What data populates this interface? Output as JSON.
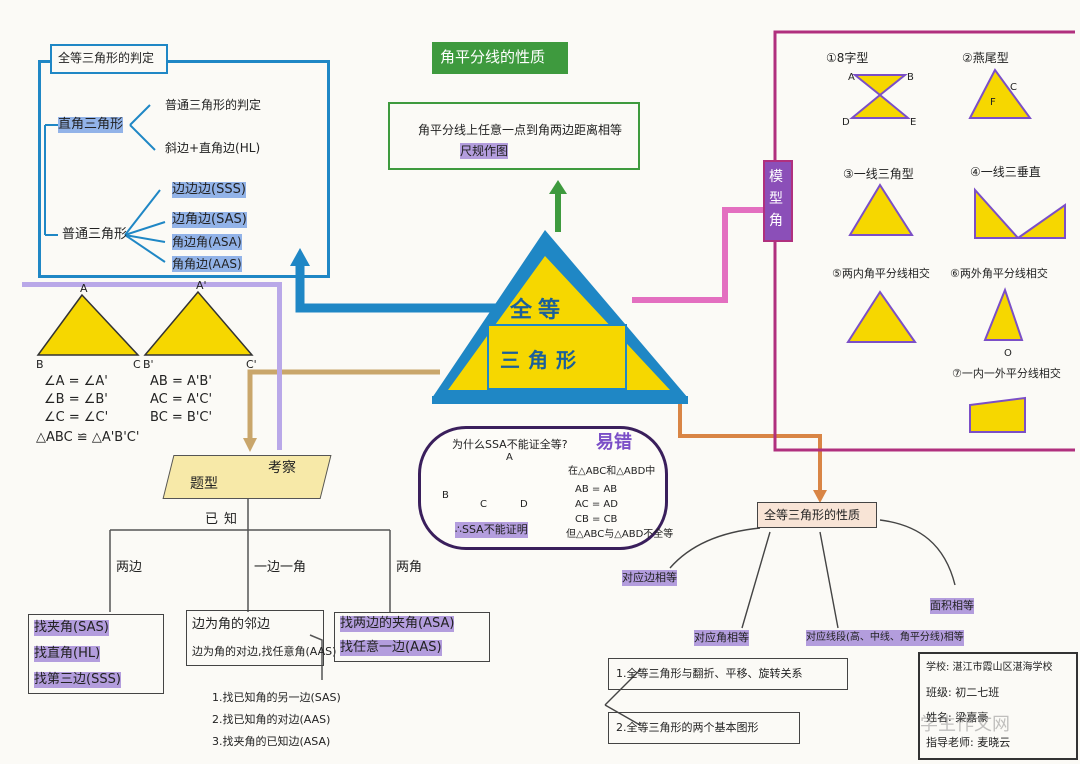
{
  "colors": {
    "blue": "#1f87c5",
    "purple": "#7b4fc7",
    "green": "#3e9a3e",
    "pink": "#e36fc0",
    "orange": "#d98545",
    "yellow": "#f6d700",
    "magenta": "#b0307e"
  },
  "center": {
    "line1": "全等",
    "line2": "三角形"
  },
  "judgement": {
    "title": "全等三角形的判定",
    "right_triangle": "直角三角形",
    "rt_methods": [
      "普通三角形的判定",
      "斜边+直角边(HL)"
    ],
    "general_triangle": "普通三角形",
    "gen_methods": [
      "边边边(SSS)",
      "边角边(SAS)",
      "角边角(ASA)",
      "角角边(AAS)"
    ]
  },
  "angle_bisector": {
    "title": "角平分线的性质",
    "text1": "角平分线上任意一点到角两边距离相等",
    "text2": "尺规作图"
  },
  "models": {
    "title": "模型角",
    "items": [
      {
        "num": "①",
        "label": "8字型"
      },
      {
        "num": "②",
        "label": "燕尾型"
      },
      {
        "num": "③",
        "label": "一线三角型"
      },
      {
        "num": "④",
        "label": "一线三垂直"
      },
      {
        "num": "⑤",
        "label": "两内角平分线相交"
      },
      {
        "num": "⑥",
        "label": "两外角平分线相交"
      },
      {
        "num": "⑦",
        "label": "一内一外平分线相交"
      }
    ],
    "points": [
      "A",
      "B",
      "C",
      "D",
      "E",
      "F",
      "O"
    ]
  },
  "definition": {
    "tri1": {
      "a": "A",
      "b": "B",
      "c": "C"
    },
    "tri2": {
      "a": "A'",
      "b": "B'",
      "c": "C'"
    },
    "angles": [
      "∠A = ∠A'",
      "∠B = ∠B'",
      "∠C = ∠C'"
    ],
    "sides": [
      "AB = A'B'",
      "AC = A'C'",
      "BC = B'C'"
    ],
    "conclusion": "△ABC ≌ △A'B'C'"
  },
  "problems": {
    "header_left": "题型",
    "header_right": "考察",
    "known": "已知",
    "branches": [
      {
        "label": "两边",
        "items": [
          "找夹角(SAS)",
          "找直角(HL)",
          "找第三边(SSS)"
        ]
      },
      {
        "label": "一边一角",
        "items": [
          "边为角的邻边",
          "边为角的对边,找任意角(AAS)"
        ]
      },
      {
        "label": "两角",
        "items": [
          "找两边的夹角(ASA)",
          "找任意一边(AAS)"
        ]
      }
    ],
    "sub_items": [
      "1.找已知角的另一边(SAS)",
      "2.找已知角的对边(AAS)",
      "3.找夹角的已知边(ASA)"
    ]
  },
  "ssa": {
    "question": "为什么SSA不能证全等?",
    "tag": "易错",
    "given": "在△ABC和△ABD中",
    "conds": [
      "AB = AB",
      "AC = AD",
      "CB = CB"
    ],
    "conclusion": "但△ABC与△ABD不全等",
    "label": "∴SSA不能证明",
    "points": [
      "A",
      "B",
      "C",
      "D"
    ]
  },
  "properties": {
    "title": "全等三角形的性质",
    "items": [
      "对应边相等",
      "对应角相等",
      "对应线段(高、中线、角平分线)相等",
      "面积相等"
    ],
    "notes": [
      "1.全等三角形与翻折、平移、旋转关系",
      "2.全等三角形的两个基本图形"
    ]
  },
  "info": {
    "school": "学校: 湛江市霞山区湛海学校",
    "class": "班级: 初二七班",
    "name": "姓名: 梁嘉豪",
    "teacher": "指导老师: 麦晓云"
  },
  "watermark": "学生作文网"
}
